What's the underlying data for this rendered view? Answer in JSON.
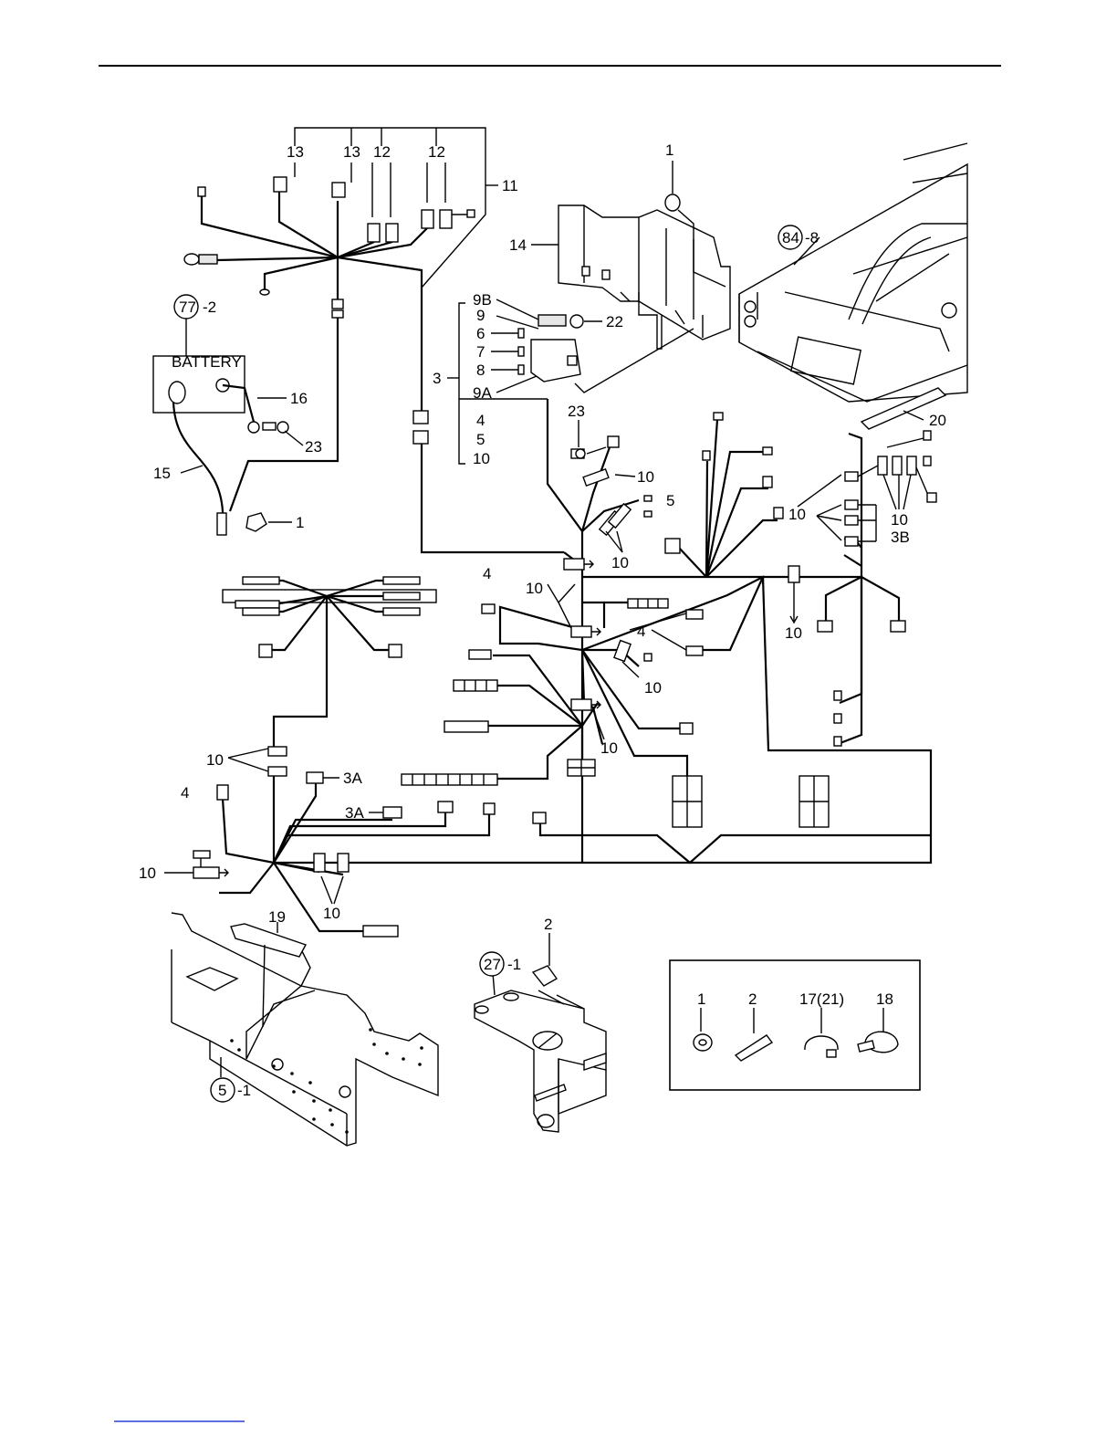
{
  "callouts": {
    "c13a": "13",
    "c13b": "13",
    "c12a": "12",
    "c12b": "12",
    "c11": "11",
    "c77": "77",
    "c77s": "-2",
    "battery": "BATTERY",
    "c16": "16",
    "c23a": "23",
    "c15": "15",
    "c1a": "1",
    "c1b": "1",
    "c14": "14",
    "c84": "84",
    "c84s": "-8",
    "c9B": "9B",
    "c9": "9",
    "c6": "6",
    "c7": "7",
    "c8": "8",
    "c3": "3",
    "c9A": "9A",
    "c22": "22",
    "c4a": "4",
    "c5a": "5",
    "c10a": "10",
    "c23b": "23",
    "c20": "20",
    "c10b": "10",
    "c10c": "10",
    "c5b": "5",
    "c10d": "10",
    "c10e": "10",
    "c3B": "3B",
    "c4b": "4",
    "c10f": "10",
    "c4c": "4",
    "c10g": "10",
    "c10h": "10",
    "c10i": "10",
    "c4d": "4",
    "c3Aa": "3A",
    "c3Ab": "3A",
    "c10j": "10",
    "c10k": "10",
    "c19": "19",
    "c5c": "5",
    "c5cs": "-1",
    "c2a": "2",
    "c27": "27",
    "c27s": "-1"
  },
  "legend": {
    "items": [
      "1",
      "2",
      "17(21)",
      "18"
    ]
  }
}
